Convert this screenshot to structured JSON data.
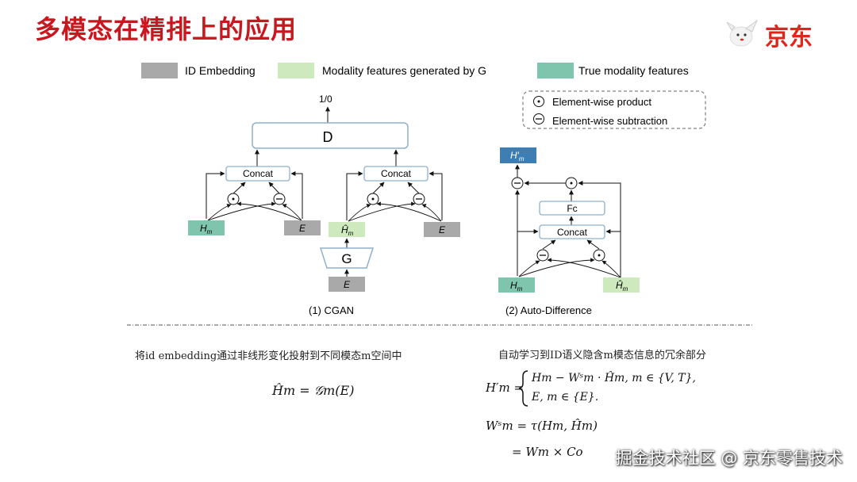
{
  "slide": {
    "title": "多模态在精排上的应用",
    "logo_text": "京东"
  },
  "legend": {
    "id_embedding": "ID Embedding",
    "generated": "Modality features generated by G",
    "true_features": "True modality features",
    "product": "Element-wise product",
    "subtraction": "Element-wise subtraction"
  },
  "colors": {
    "title_red": "#c8171e",
    "id_gray": "#a9a9a9",
    "generated_green": "#cde9bd",
    "true_teal": "#7fc4ad",
    "output_blue": "#3f7eb3"
  },
  "cgan": {
    "output": "1/0",
    "discriminator": "D",
    "concat": "Concat",
    "generator": "G",
    "h_m": "H",
    "h_hat": "Ĥ",
    "e": "E",
    "sub_m": "m",
    "caption": "(1)  CGAN",
    "symbol_dot": "⊙",
    "symbol_minus": "⊖"
  },
  "auto_diff": {
    "output": "H′",
    "sub_m": "m",
    "fc": "Fc",
    "concat": "Concat",
    "h_m": "H",
    "h_hat": "Ĥ",
    "caption": "(2) Auto-Difference"
  },
  "text": {
    "left_desc": "将id embedding通过非线形变化投射到不同模态m空间中",
    "right_desc": "自动学习到ID语义隐含m模态信息的冗余部分",
    "formula_g_lhs": "Ĥm",
    "formula_g_rhs": "= 𝒢m(E)",
    "formula_h_lhs": "H′m =",
    "formula_h_case1": "Hm − Wˢm · Ĥm, m ∈ {V, T},",
    "formula_h_case2": "E, m ∈ {E}.",
    "formula_w_line1": "Wˢm = τ(Hm, Ĥm)",
    "formula_w_line2": "= Wm × Co",
    "watermark": "掘金技术社区 @ 京东零售技术"
  }
}
